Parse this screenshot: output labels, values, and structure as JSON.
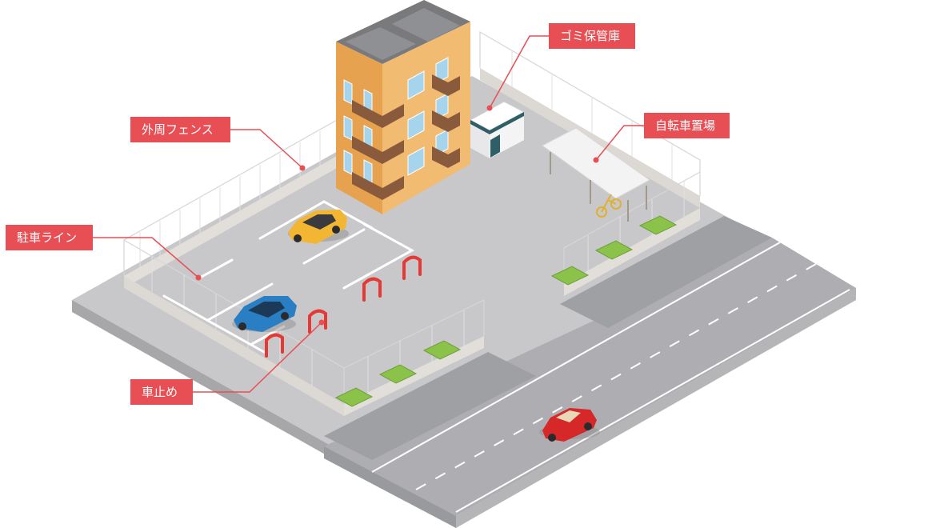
{
  "labels": {
    "garbage_storage": "ゴミ保管庫",
    "perimeter_fence": "外周フェンス",
    "bicycle_parking": "自転車置場",
    "parking_lines": "駐車ライン",
    "car_stop": "車止め"
  },
  "colors": {
    "callout": "#e84f55",
    "ground": "#c7c7c9",
    "road": "#a9a9ad",
    "building": "#f0b76a",
    "balcony": "#8a5a3c",
    "car_yellow": "#f2b632",
    "car_blue": "#2a7fc4",
    "car_red": "#d62828"
  }
}
